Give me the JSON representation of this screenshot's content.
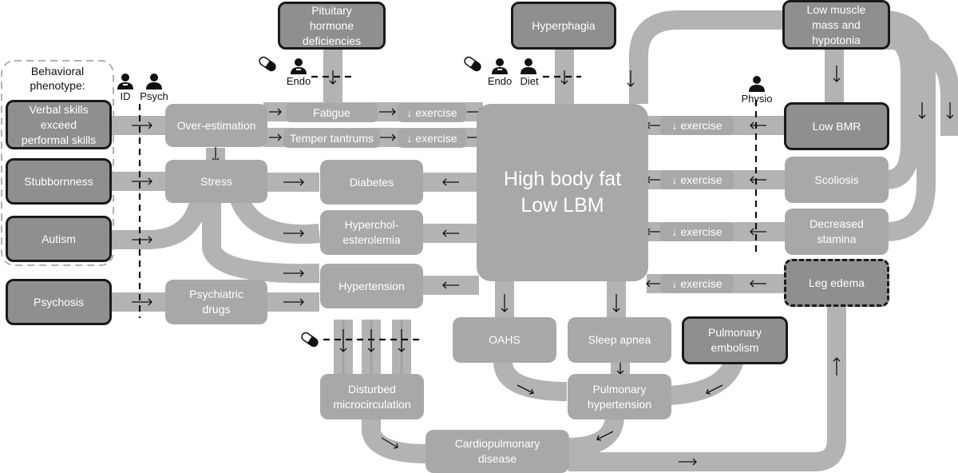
{
  "panel": {
    "title": "Behavioral\nphenotype:"
  },
  "center": {
    "label": "High body fat\nLow LBM"
  },
  "nodes": {
    "verbal": "Verbal skills\nexceed\nperformal skills",
    "stubbornness": "Stubbornness",
    "autism": "Autism",
    "psychosis": "Psychosis",
    "overestimation": "Over-estimation",
    "stress": "Stress",
    "psychiatric": "Psychiatric\ndrugs",
    "fatigue": "Fatigue",
    "tantrums": "Temper tantrums",
    "diabetes": "Diabetes",
    "hyperchol": "Hyperchol-\nesterolemia",
    "hypertension": "Hypertension",
    "pituitary": "Pituitary\nhormone\ndeficiencies",
    "hyperphagia": "Hyperphagia",
    "lowmuscle": "Low muscle\nmass and\nhypotonia",
    "lowbmr": "Low BMR",
    "scoliosis": "Scoliosis",
    "stamina": "Decreased\nstamina",
    "legedema": "Leg edema",
    "oahs": "OAHS",
    "apnea": "Sleep apnea",
    "embolism": "Pulmonary\nembolism",
    "microcirc": "Disturbed\nmicrocirculation",
    "pulmhyp": "Pulmonary\nhypertension",
    "cardio": "Cardiopulmonary\ndisease"
  },
  "exercise_label": "↓ exercise",
  "specialists": {
    "id": "ID",
    "psych": "Psych",
    "endo": "Endo",
    "diet": "Diet",
    "physio": "Physio"
  },
  "colors": {
    "node": "#a8a8a8",
    "boxed": "#8f8f8f",
    "outline": "#1a1a1a",
    "connector": "#b3b3b3"
  }
}
